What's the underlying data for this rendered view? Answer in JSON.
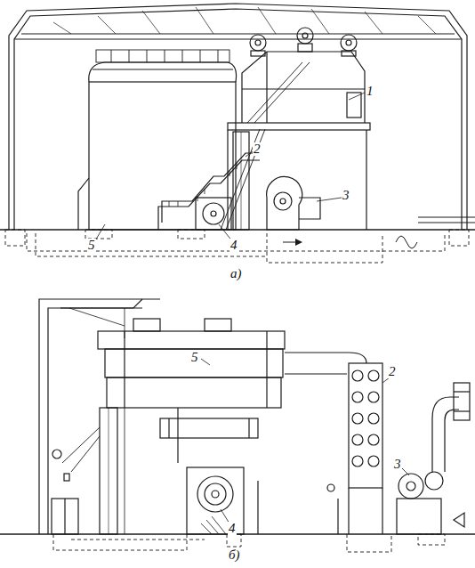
{
  "diagram": {
    "labels": [
      "1",
      "2",
      "3",
      "5",
      "4",
      "а)",
      "5",
      "2",
      "3",
      "4",
      "б)"
    ]
  }
}
